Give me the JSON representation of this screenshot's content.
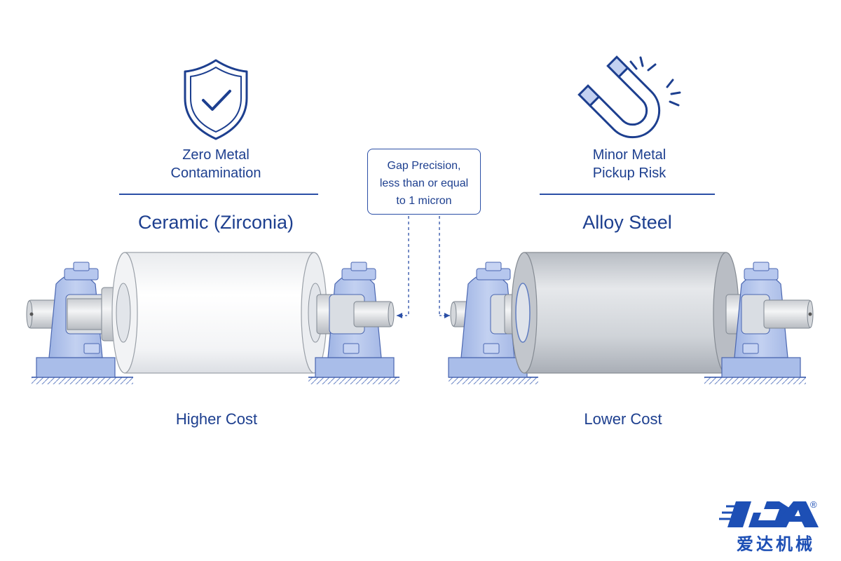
{
  "left": {
    "feature": [
      "Zero Metal",
      "Contamination"
    ],
    "material": "Ceramic (Zirconia)",
    "cost": "Higher Cost",
    "feature_icon": "shield-check-icon"
  },
  "right": {
    "feature": [
      "Minor Metal",
      "Pickup Risk"
    ],
    "material": "Alloy Steel",
    "cost": "Lower Cost",
    "feature_icon": "magnet-icon"
  },
  "callout": {
    "lines": [
      "Gap Precision,",
      "less than or equal",
      "to 1 micron"
    ]
  },
  "logo": {
    "letters": "IDA",
    "chinese": "爱达机械",
    "mark": "®"
  },
  "colors": {
    "accent": "#1d3f8f",
    "bearing": "#b5c6ec",
    "ceramic": "#f4f5f7",
    "steel": "#c9cdd3"
  }
}
